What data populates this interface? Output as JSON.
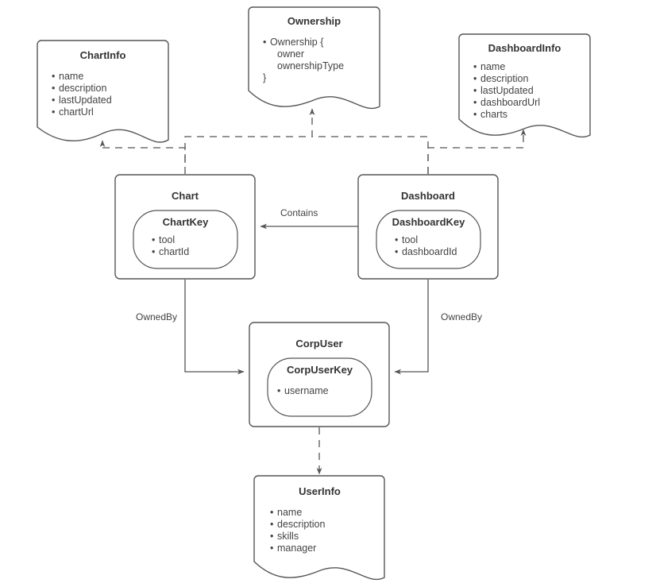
{
  "diagram": {
    "type": "entity-relationship",
    "background": "#ffffff",
    "stroke_color": "#555555",
    "text_color": "#3b3b3b",
    "nodes": [
      {
        "id": "chartinfo",
        "shape": "document",
        "title": "ChartInfo",
        "fields": [
          "name",
          "description",
          "lastUpdated",
          "chartUrl"
        ]
      },
      {
        "id": "ownership",
        "shape": "document",
        "title": "Ownership",
        "fields": [
          "Ownership {",
          "owner",
          "ownershipType",
          "}"
        ]
      },
      {
        "id": "dashboardinfo",
        "shape": "document",
        "title": "DashboardInfo",
        "fields": [
          "name",
          "description",
          "lastUpdated",
          "dashboardUrl",
          "charts"
        ]
      },
      {
        "id": "chart",
        "shape": "entity",
        "title": "Chart",
        "key_title": "ChartKey",
        "key_fields": [
          "tool",
          "chartId"
        ]
      },
      {
        "id": "dashboard",
        "shape": "entity",
        "title": "Dashboard",
        "key_title": "DashboardKey",
        "key_fields": [
          "tool",
          "dashboardId"
        ]
      },
      {
        "id": "corpuser",
        "shape": "entity",
        "title": "CorpUser",
        "key_title": "CorpUserKey",
        "key_fields": [
          "username"
        ]
      },
      {
        "id": "userinfo",
        "shape": "document",
        "title": "UserInfo",
        "fields": [
          "name",
          "description",
          "skills",
          "manager"
        ]
      }
    ],
    "edges": [
      {
        "id": "contains",
        "from": "dashboard",
        "to": "chart",
        "label": "Contains",
        "style": "solid"
      },
      {
        "id": "ownedby-chart",
        "from": "chart",
        "to": "corpuser",
        "label": "OwnedBy",
        "style": "solid"
      },
      {
        "id": "ownedby-dashboard",
        "from": "dashboard",
        "to": "corpuser",
        "label": "OwnedBy",
        "style": "solid"
      },
      {
        "id": "chart-chartinfo",
        "from": "chart",
        "to": "chartinfo",
        "label": "",
        "style": "dashed"
      },
      {
        "id": "chart-ownership",
        "from": "chart",
        "to": "ownership",
        "label": "",
        "style": "dashed"
      },
      {
        "id": "dashboard-ownership",
        "from": "dashboard",
        "to": "ownership",
        "label": "",
        "style": "dashed"
      },
      {
        "id": "dashboard-dashboardinfo",
        "from": "dashboard",
        "to": "dashboardinfo",
        "label": "",
        "style": "dashed"
      },
      {
        "id": "corpuser-userinfo",
        "from": "corpuser",
        "to": "userinfo",
        "label": "",
        "style": "dashed"
      }
    ]
  }
}
